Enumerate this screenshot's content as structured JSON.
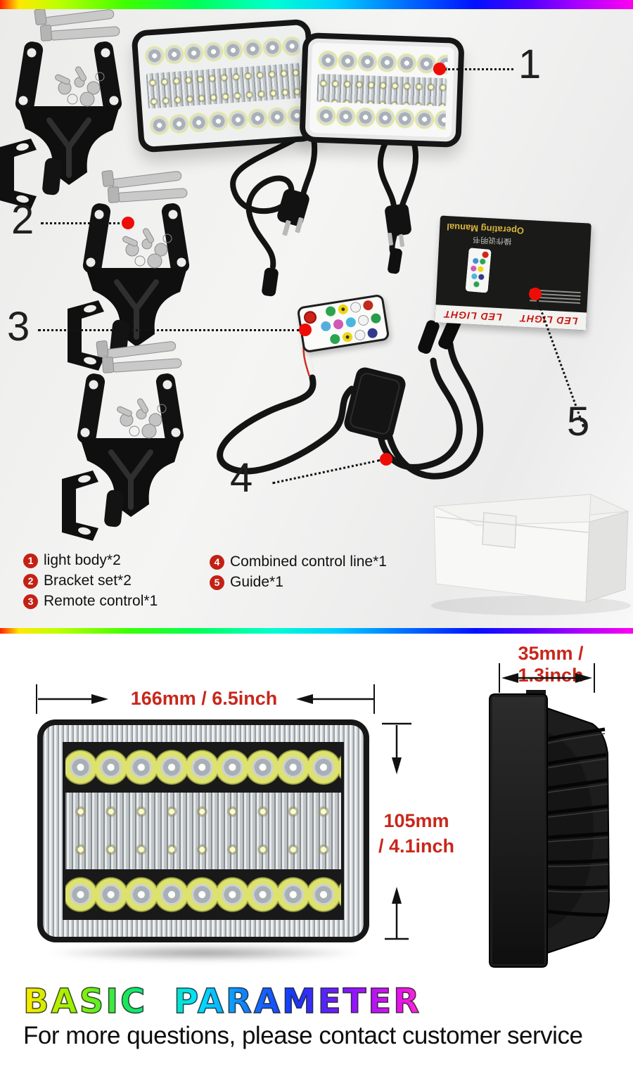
{
  "photo": {
    "callouts": [
      "1",
      "2",
      "3",
      "4",
      "5"
    ],
    "legend": [
      {
        "num": "1",
        "label": "light body*2"
      },
      {
        "num": "2",
        "label": "Bracket set*2"
      },
      {
        "num": "3",
        "label": "Remote control*1"
      },
      {
        "num": "4",
        "label": "Combined control line*1"
      },
      {
        "num": "5",
        "label": "Guide*1"
      }
    ],
    "manual": {
      "title": "Operating Manual",
      "subtitle": "操作说明书",
      "brand": "LED LIGHT"
    }
  },
  "parameters": {
    "heading": "BASIC PARAMETER",
    "width_label": "166mm / 6.5inch",
    "height_label_line1": "105mm",
    "height_label_line2": "/ 4.1inch",
    "depth_label": "35mm / 1.3inch",
    "footer": "For more questions, please contact customer service"
  },
  "colors": {
    "dimension_red": "#c8271b",
    "legend_badge_red": "#c32114",
    "marker_red": "#ee0d06",
    "housing_black": "#171717"
  }
}
